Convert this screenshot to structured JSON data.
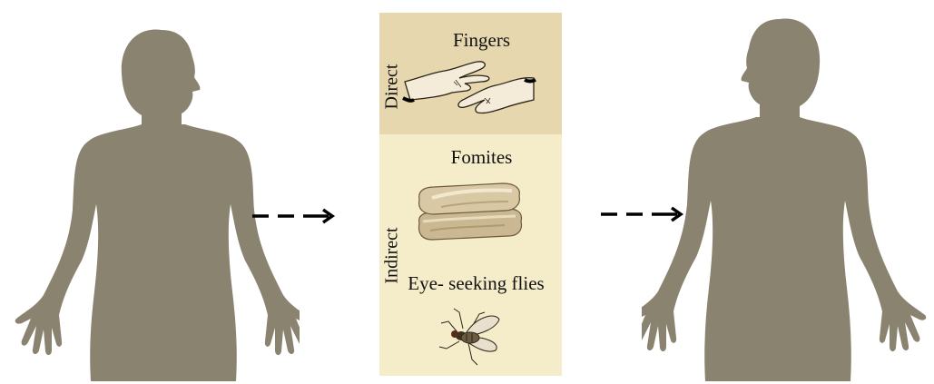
{
  "panel": {
    "direct_label": "Direct",
    "indirect_label": "Indirect",
    "items": [
      {
        "label": "Fingers",
        "icon": "hands-icon"
      },
      {
        "label": "Fomites",
        "icon": "folded-towels-icon"
      },
      {
        "label": "Eye- seeking flies",
        "icon": "fly-icon"
      }
    ]
  },
  "colors": {
    "figure": "#8a8370",
    "direct_bg": "#e6d7ae",
    "indirect_bg": "#f5ecc9",
    "arrow": "#000000"
  }
}
